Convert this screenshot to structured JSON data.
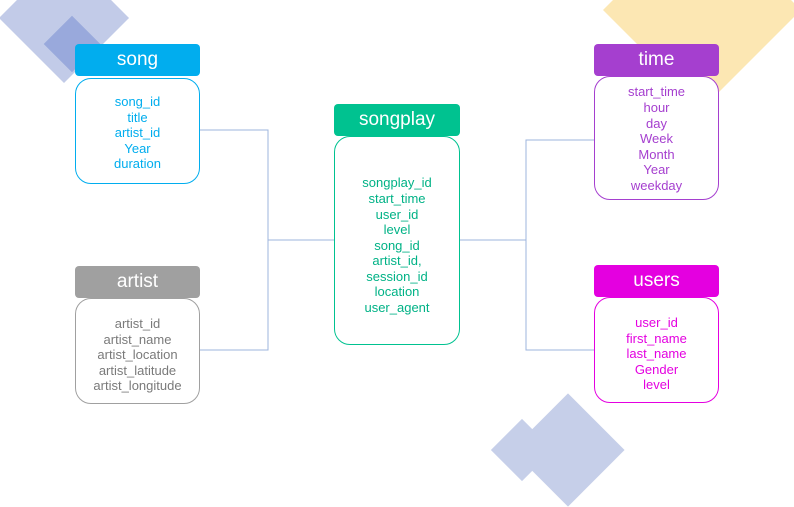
{
  "tables": {
    "song": {
      "name": "song",
      "fields": [
        "song_id",
        "title",
        "artist_id",
        "Year",
        "duration"
      ],
      "color": "#01adee"
    },
    "artist": {
      "name": "artist",
      "fields": [
        "artist_id",
        "artist_name",
        "artist_location",
        "artist_latitude",
        "artist_longitude"
      ],
      "color": "#a0a0a0"
    },
    "songplay": {
      "name": "songplay",
      "fields": [
        "songplay_id",
        "start_time",
        "user_id",
        "level",
        "song_id",
        "artist_id,",
        "session_id",
        "location",
        "user_agent"
      ],
      "color": "#00c290"
    },
    "time": {
      "name": "time",
      "fields": [
        "start_time",
        "hour",
        "day",
        "Week",
        "Month",
        "Year",
        "weekday"
      ],
      "color": "#a53fcf"
    },
    "users": {
      "name": "users",
      "fields": [
        "user_id",
        "first_name",
        "last_name",
        "Gender",
        "level"
      ],
      "color": "#e400e0"
    }
  },
  "connector_color": "#9db4dd"
}
